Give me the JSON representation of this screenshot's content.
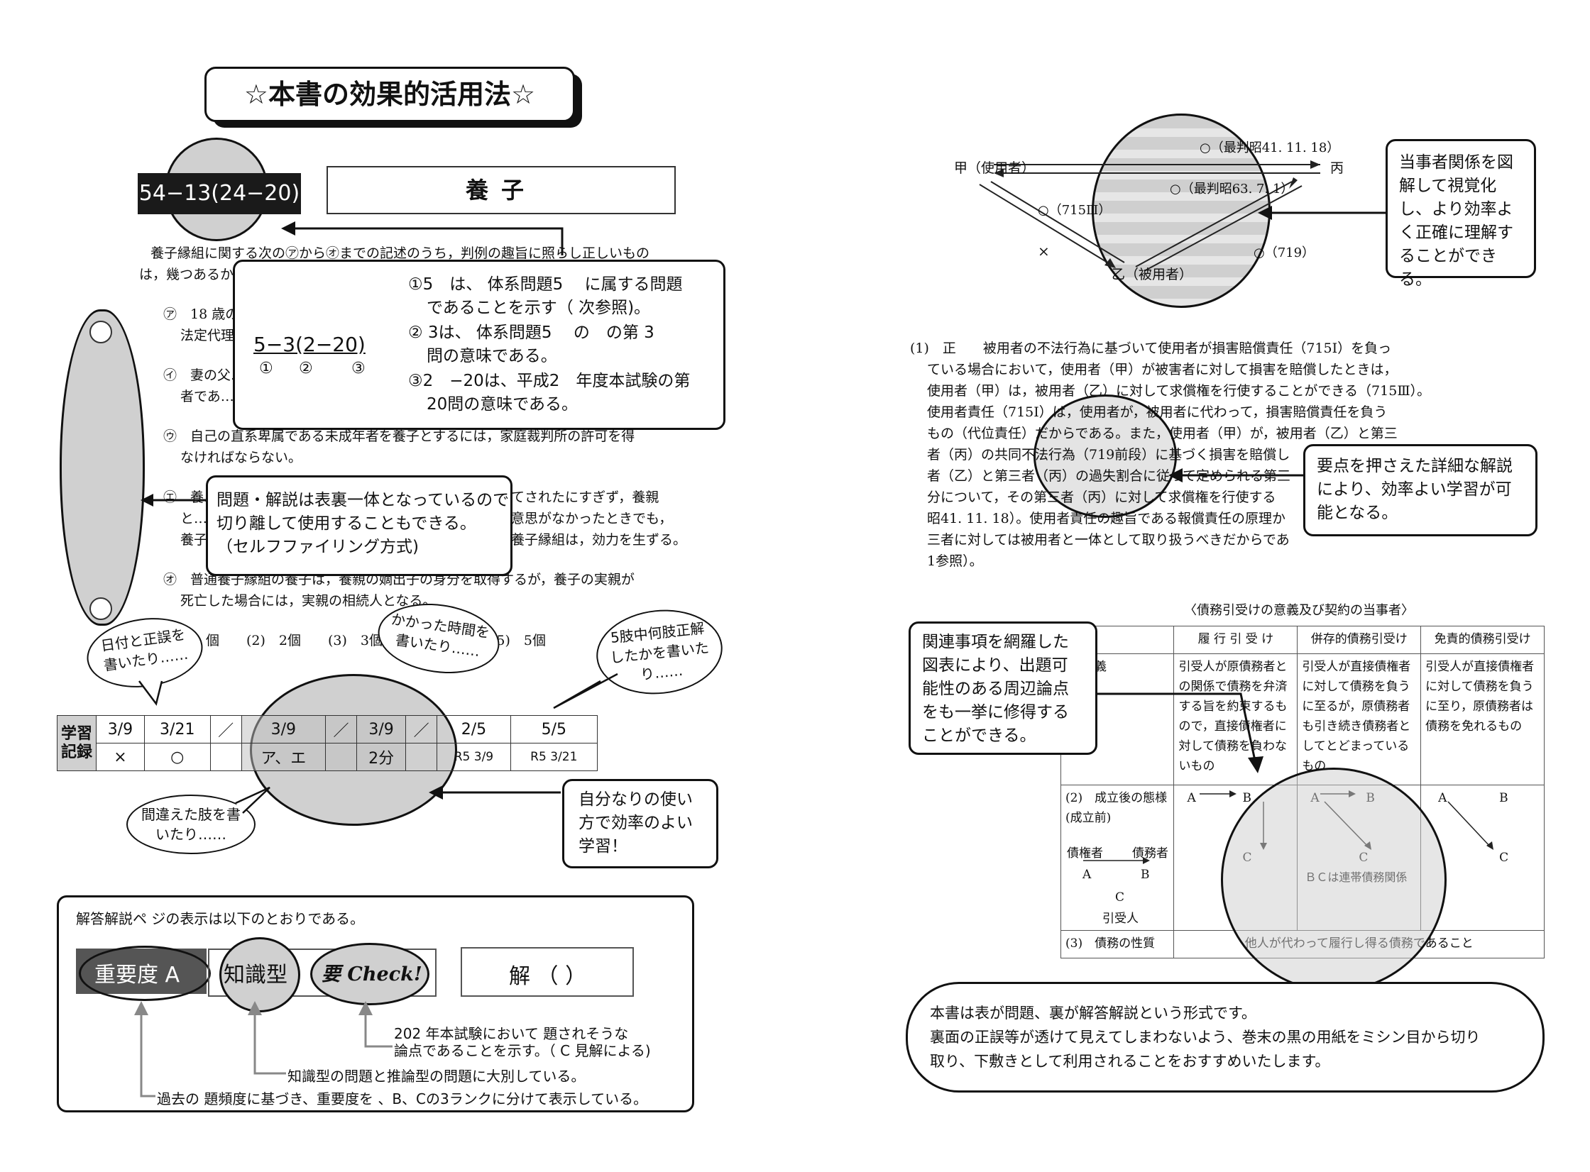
{
  "page_title": "☆本書の効果的活用法☆",
  "question": {
    "number": "54−13(24−20)",
    "subject": "養子",
    "intro1": "養子縁組に関する次の㋐から㋔までの記述のうち，判例の趣旨に照らし正しいもの",
    "intro2": "は，幾つあるか。",
    "item_a1": "㋐　18 歳の…",
    "item_a2": "法定代理…",
    "item_i1": "㋑　妻の父…",
    "item_i2": "者であ…",
    "item_u1": "㋒　自己の直系卑属である未成年者を養子とするには，家庭裁判所の許可を得",
    "item_u2": "なければならない。",
    "item_e1": "㋓　養…",
    "item_e1b": "てされたにすぎず，養親",
    "item_e2": "と…",
    "item_e2b": "意思がなかったときでも，",
    "item_e3": "養子…",
    "item_e3b": "養子縁組は，効力を生ずる。",
    "item_o1": "㋔　普通養子縁組の養子は，養親の嫡出子の身分を取得するが，養子の実親が",
    "item_o2": "死亡した場合には，実親の相続人となる。",
    "choices": "個　　(2)　2個　　(3)　3個　　(4)　4個　　(5)　5個"
  },
  "number_callout": {
    "code": "5−3(2−20)",
    "c1": "①",
    "c2": "②",
    "c3": "③",
    "line1": "①5　は、 体系問題5　 に属する問題",
    "line2": "であることを示す（ 次参照)。",
    "line3": "② 3は、 体系問題5　 の　の第 3",
    "line4": "問の意味である。",
    "line5": "③2　−20は、平成2　年度本試験の第",
    "line6": "20問の意味である。"
  },
  "front_back_callout": {
    "line1": "問題・解説は表裏一体となっているので",
    "line2": "切り離して使用することもできる。",
    "line3": "（セルフファイリング方式)"
  },
  "bubbles": {
    "date": "日付と正誤を書いたり……",
    "time": "かかった時間を書いたり……",
    "five": "5肢中何肢正解したかを書いたり……",
    "wrong": "間違えた肢を書いたり……"
  },
  "record": {
    "label": "学習記録",
    "top": [
      "3/9",
      "3/21",
      "／",
      "3/9",
      "／",
      "3/9",
      "／",
      "2/5",
      "5/5"
    ],
    "bottom": [
      "×",
      "○",
      "",
      "ア、エ",
      "",
      "2分",
      "",
      "R5 3/9",
      "R5 3/21"
    ]
  },
  "own_callout": "自分なりの使い方で効率のよい学習！",
  "legend": {
    "title": "解答解説ペ ジの表示は以下のとおりである。",
    "importance": "重要度 A",
    "knowledge": "知識型",
    "check": "要 Check!",
    "answer": "解 （ ）",
    "note1": "202 年本試験において 題されそうな",
    "note1b": "論点であることを示す。（ C 見解による)",
    "note2": "知識型の問題と推論型の問題に大別している。",
    "note3": "過去の 題頻度に基づき、重要度を 、B、Cの3ランクに分けて表示している。"
  },
  "diagram": {
    "employer": "甲（使用者）",
    "third": "丙",
    "employee": "乙（被用者）",
    "case1": "○（最判昭41. 11. 18）",
    "case2": "○（最判昭63. 7. 1）",
    "art715": "○（715Ⅲ）",
    "art719": "○（719）",
    "cross": "×"
  },
  "diagram_callout": "当事者関係を図解して視覚化し、より効率よく正確に理解することができる。",
  "explanation": [
    "(1)　正　　被用者の不法行為に基づいて使用者が損害賠償責任（715Ⅰ）を負っ",
    "ている場合において，使用者（甲）が被害者に対して損害を賠償したときは，",
    "使用者（甲）は，被用者（乙）に対して求償権を行使することができる（715Ⅲ）。",
    "使用者責任（715Ⅰ）は，使用者が，被用者に代わって，損害賠償責任を負う",
    "もの（代位責任）だからである。また，使用者（甲）が，被用者（乙）と第三",
    "者（丙）の共同不法行為（719前段）に基づく損害を賠償し",
    "者（乙）と第三者（丙）の過失割合に従って定められる第三",
    "分について，その第三者（丙）に対して求償権を行使する",
    "昭41. 11. 18）。使用者責任の趣旨である報償責任の原理か",
    "三者に対しては被用者と一体として取り扱うべきだからであ",
    "1参照）。"
  ],
  "explain_callout": "要点を押さえた詳細な解説により、効率よい学習が可能となる。",
  "table_title": "〈債務引受けの意義及び契約の当事者〉",
  "table": {
    "headers": [
      "履 行 引 受 け",
      "併存的債務引受け",
      "免責的債務引受け"
    ],
    "row1_label": "意義",
    "row1": [
      "引受人が原債務者との関係で債務を弁済する旨を約束するもので，直接債権者に対して債務を負わないもの",
      "引受人が直接債権者に対して債務を負うに至るが，原債務者も引き続き債務者としてとどまっているもの",
      "引受人が直接債権者に対して債務を負うに至り，原債務者は債務を免れるもの"
    ],
    "row2_label": "(2)　成立後の態様",
    "row2_sub": "(成立前)",
    "creditor": "債権者",
    "debtor": "債務者",
    "A": "A",
    "B": "B",
    "C": "C",
    "assignee": "引受人",
    "joint": "ＢＣは連帯債務関係",
    "row3_label": "(3)　債務の性質",
    "row3": "他人が代わって履行し得る債務であること"
  },
  "table_callout": "関連事項を網羅した図表により、出題可能性のある周辺論点をも一挙に修得することができる。",
  "notice": {
    "line1": "本書は表が問題、裏が解答解説という形式です。",
    "line2": "裏面の正誤等が透けて見えてしまわないよう、巻末の黒の用紙をミシン目から切り",
    "line3": "取り、下敷きとして利用されることをおすすめいたします。"
  }
}
